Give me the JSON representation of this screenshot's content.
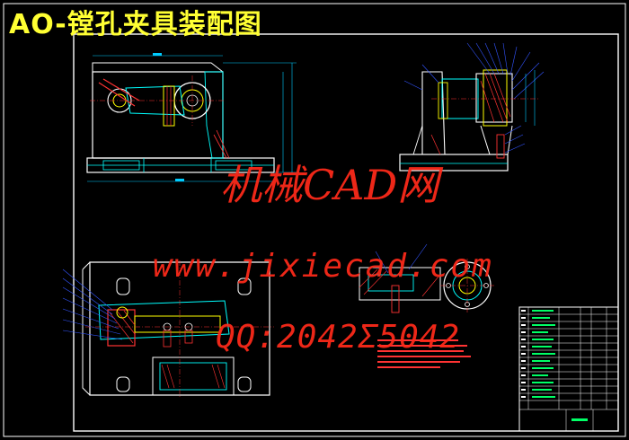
{
  "title": "AO-镗孔夹具装配图",
  "watermarks": {
    "cn": "机械CAD网",
    "url": "www.jixiecad.com",
    "qq": "QQ:2042Σ5042"
  },
  "colors": {
    "background": "#000000",
    "title": "#ffff33",
    "outline": "#ffffff",
    "part": "#00ffff",
    "dimension": "#00ccff",
    "leader": "#3355ff",
    "hatch": "#ff3333",
    "component": "#ffff00",
    "watermark": "#ff2a1a"
  },
  "drawing_elements": [
    "drawing-border",
    "front-view",
    "side-view",
    "plan-view",
    "detail-view-section",
    "detail-view-flange",
    "technical-notes",
    "title-block-parts-list"
  ]
}
